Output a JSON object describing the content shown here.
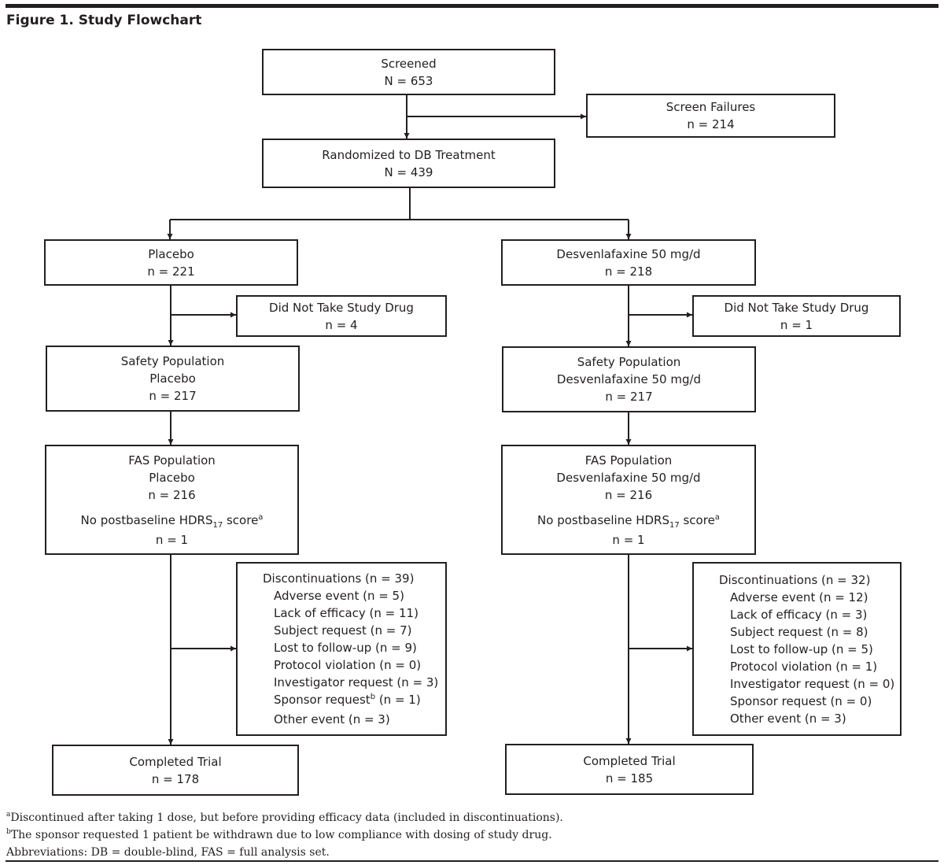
{
  "title": "Figure 1. Study Flowchart",
  "screened": {
    "label": "Screened",
    "n": "N = 653"
  },
  "screen_failures": {
    "label": "Screen Failures",
    "n": "n = 214"
  },
  "randomized": {
    "label": "Randomized to DB Treatment",
    "n": "N = 439"
  },
  "placebo": {
    "arm": {
      "label": "Placebo",
      "n": "n = 221"
    },
    "no_drug": {
      "label": "Did Not Take Study Drug",
      "n": "n = 4"
    },
    "safety": {
      "label": "Safety Population",
      "group": "Placebo",
      "n": "n = 217"
    },
    "fas": {
      "label": "FAS Population",
      "group": "Placebo",
      "n": "n = 216",
      "note_prefix": "No postbaseline HDRS",
      "note_sub": "17",
      "note_suffix": " score",
      "note_sup": "a",
      "note_n": "n = 1"
    },
    "discontinuations": {
      "header": "Discontinuations (n = 39)",
      "items": [
        "Adverse event (n = 5)",
        "Lack of efficacy (n = 11)",
        "Subject request (n = 7)",
        "Lost to follow-up (n = 9)",
        "Protocol violation (n = 0)",
        "Investigator request (n = 3)"
      ],
      "sponsor_prefix": "Sponsor request",
      "sponsor_sup": "b",
      "sponsor_suffix": " (n = 1)",
      "other": "Other event (n = 3)"
    },
    "completed": {
      "label": "Completed Trial",
      "n": "n = 178"
    }
  },
  "desvenlafaxine": {
    "arm": {
      "label": "Desvenlafaxine 50 mg/d",
      "n": "n = 218"
    },
    "no_drug": {
      "label": "Did Not Take Study Drug",
      "n": "n = 1"
    },
    "safety": {
      "label": "Safety Population",
      "group": "Desvenlafaxine 50 mg/d",
      "n": "n = 217"
    },
    "fas": {
      "label": "FAS Population",
      "group": "Desvenlafaxine 50 mg/d",
      "n": "n = 216",
      "note_prefix": "No postbaseline HDRS",
      "note_sub": "17",
      "note_suffix": " score",
      "note_sup": "a",
      "note_n": "n = 1"
    },
    "discontinuations": {
      "header": "Discontinuations (n = 32)",
      "items": [
        "Adverse event (n = 12)",
        "Lack of efficacy (n = 3)",
        "Subject request (n = 8)",
        "Lost to follow-up (n = 5)",
        "Protocol violation (n = 1)",
        "Investigator request (n = 0)",
        "Sponsor request (n = 0)",
        "Other event (n = 3)"
      ]
    },
    "completed": {
      "label": "Completed Trial",
      "n": "n = 185"
    }
  },
  "footnotes": {
    "a_mark": "a",
    "a_text": "Discontinued after taking 1 dose, but before providing efficacy data (included in discontinuations).",
    "b_mark": "b",
    "b_text": "The sponsor requested 1 patient be withdrawn due to low compliance with dosing of study drug.",
    "abbrev": "Abbreviations: DB = double-blind, FAS = full analysis set."
  },
  "colors": {
    "ink": "#231f20",
    "background": "#ffffff"
  }
}
